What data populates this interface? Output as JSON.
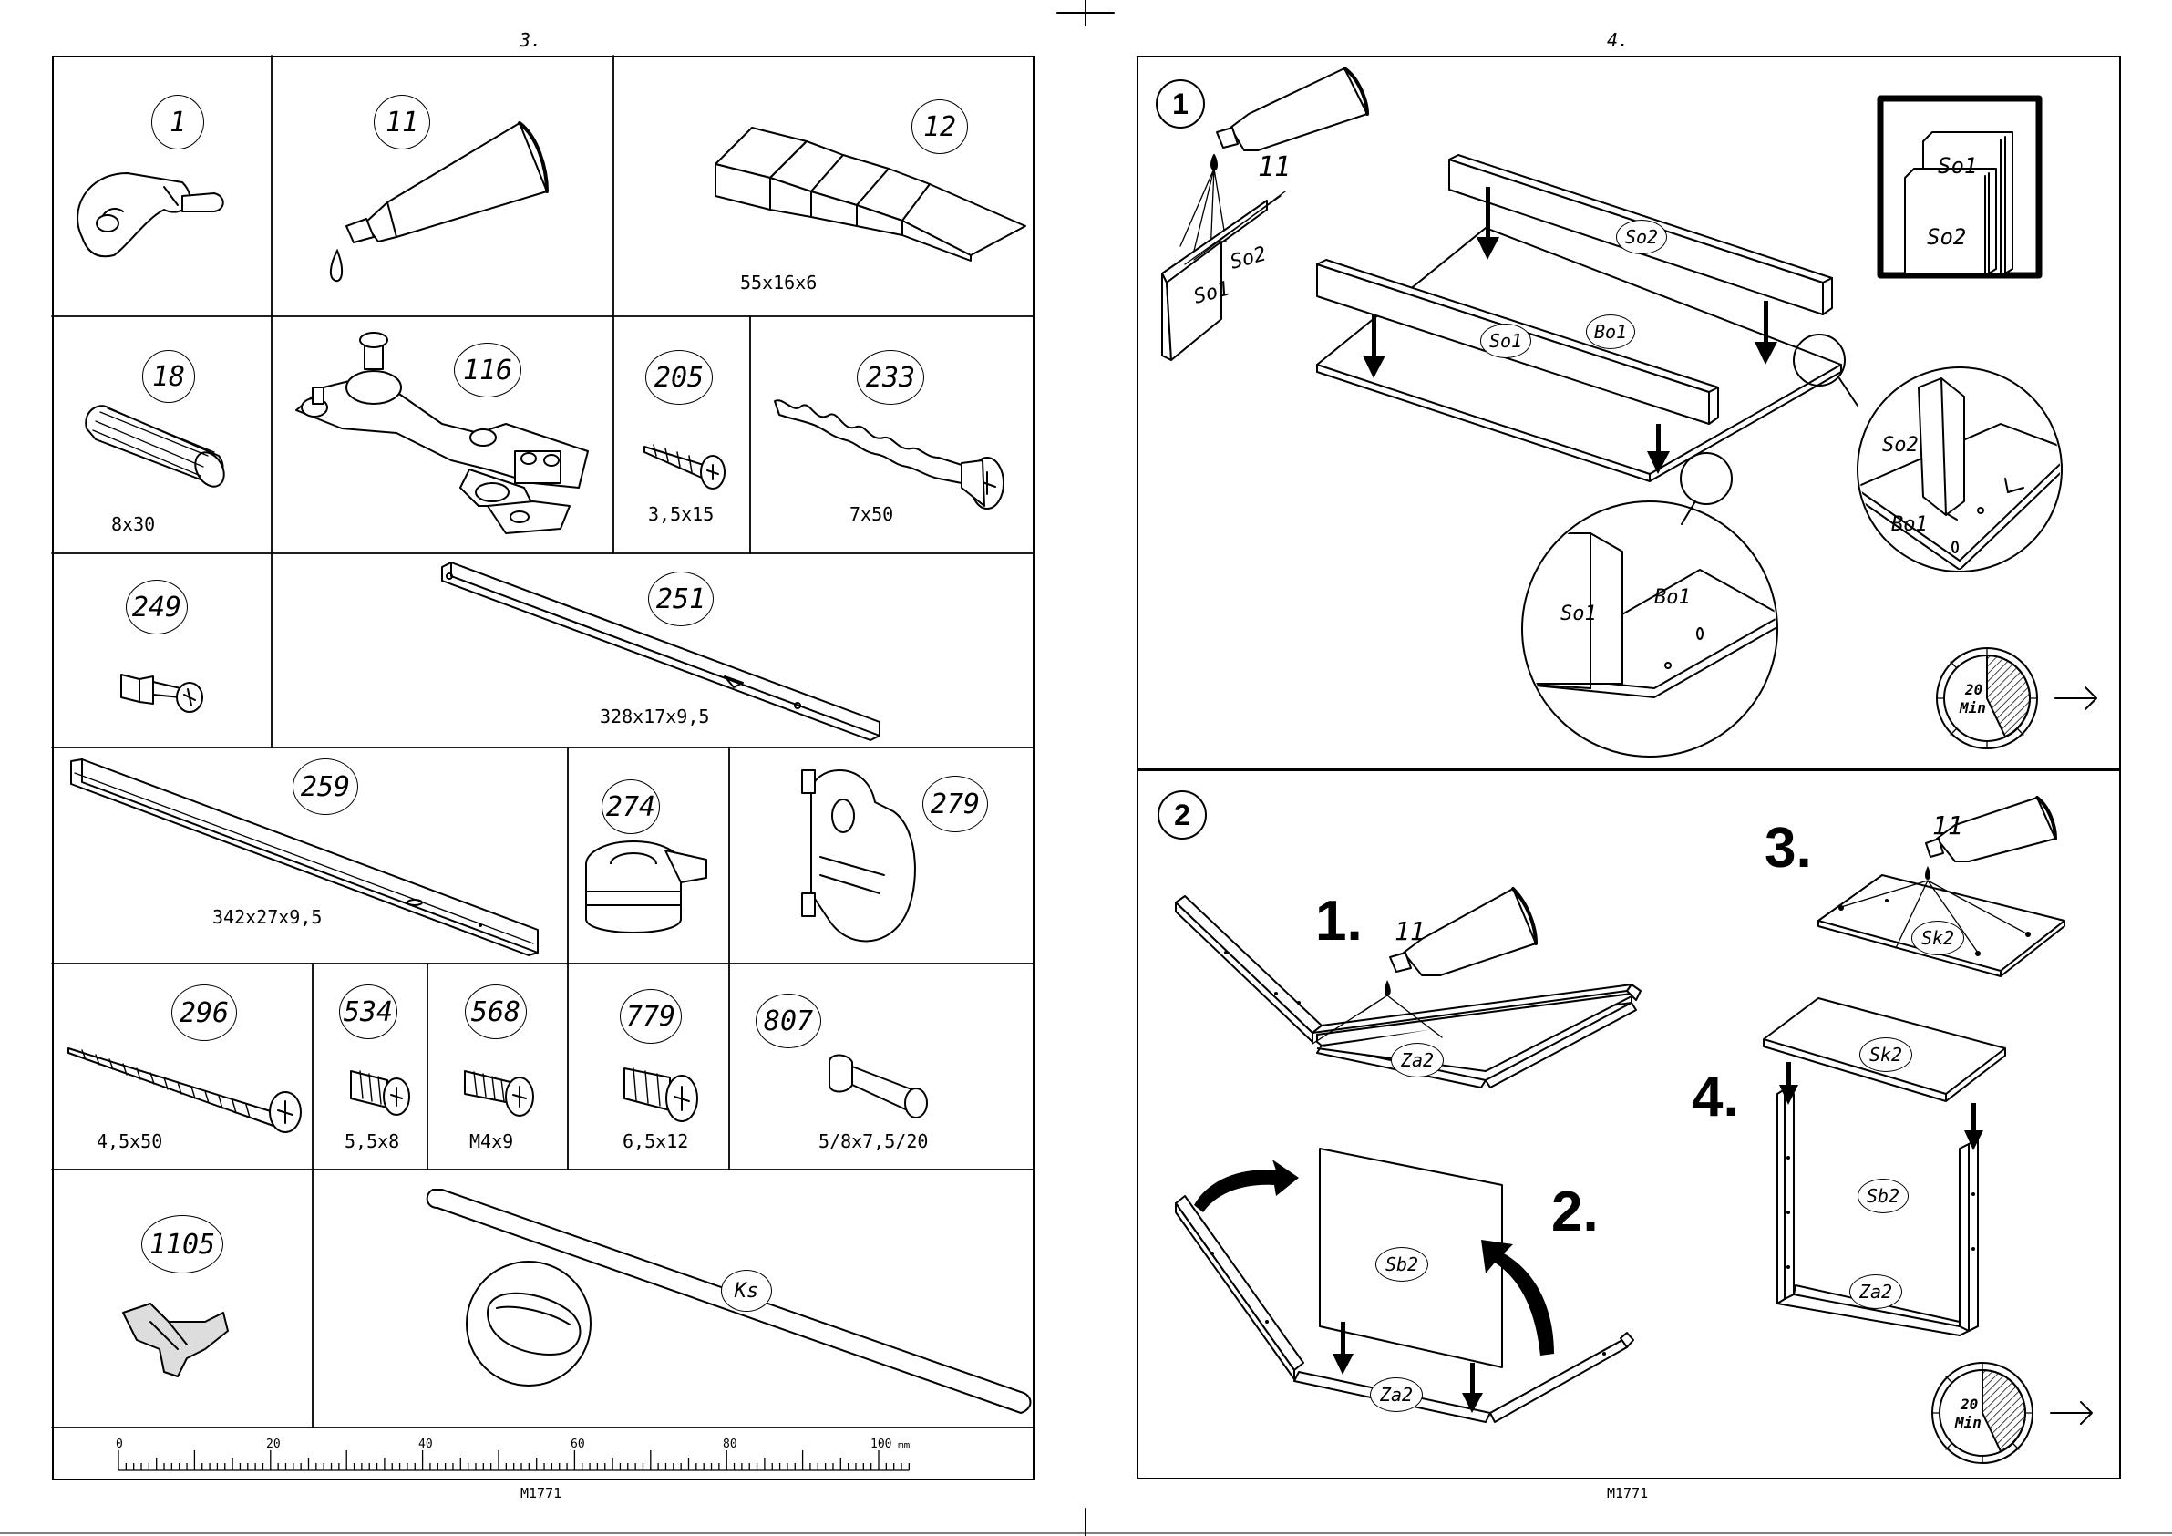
{
  "left_page": {
    "page_number": "3.",
    "parts": [
      {
        "id": "1"
      },
      {
        "id": "11"
      },
      {
        "id": "12",
        "dim": "55x16x6"
      },
      {
        "id": "18",
        "dim": "8x30"
      },
      {
        "id": "116"
      },
      {
        "id": "205",
        "dim": "3,5x15"
      },
      {
        "id": "233",
        "dim": "7x50"
      },
      {
        "id": "249"
      },
      {
        "id": "251",
        "dim": "328x17x9,5"
      },
      {
        "id": "259",
        "dim": "342x27x9,5"
      },
      {
        "id": "274"
      },
      {
        "id": "279"
      },
      {
        "id": "296",
        "dim": "4,5x50"
      },
      {
        "id": "534",
        "dim": "5,5x8"
      },
      {
        "id": "568",
        "dim": "M4x9"
      },
      {
        "id": "779",
        "dim": "6,5x12"
      },
      {
        "id": "807",
        "dim": "5/8x7,5/20"
      },
      {
        "id": "1105"
      },
      {
        "id": "Ks"
      }
    ],
    "ruler": {
      "ticks": [
        "0",
        "20",
        "40",
        "60",
        "80",
        "100"
      ],
      "unit": "mm"
    },
    "footer": "M1771"
  },
  "right_page": {
    "page_number": "4.",
    "step1": {
      "number": "1",
      "glue_id": "11",
      "labels": {
        "so1": "So1",
        "so2": "So2",
        "bo1": "Bo1"
      },
      "time": {
        "value": "20",
        "unit": "Min"
      }
    },
    "step2": {
      "number": "2",
      "substeps": [
        "1.",
        "2.",
        "3.",
        "4."
      ],
      "glue_id": "11",
      "labels": {
        "za2": "Za2",
        "sb2": "Sb2",
        "sk2": "Sk2"
      },
      "time": {
        "value": "20",
        "unit": "Min"
      }
    },
    "footer": "M1771"
  }
}
